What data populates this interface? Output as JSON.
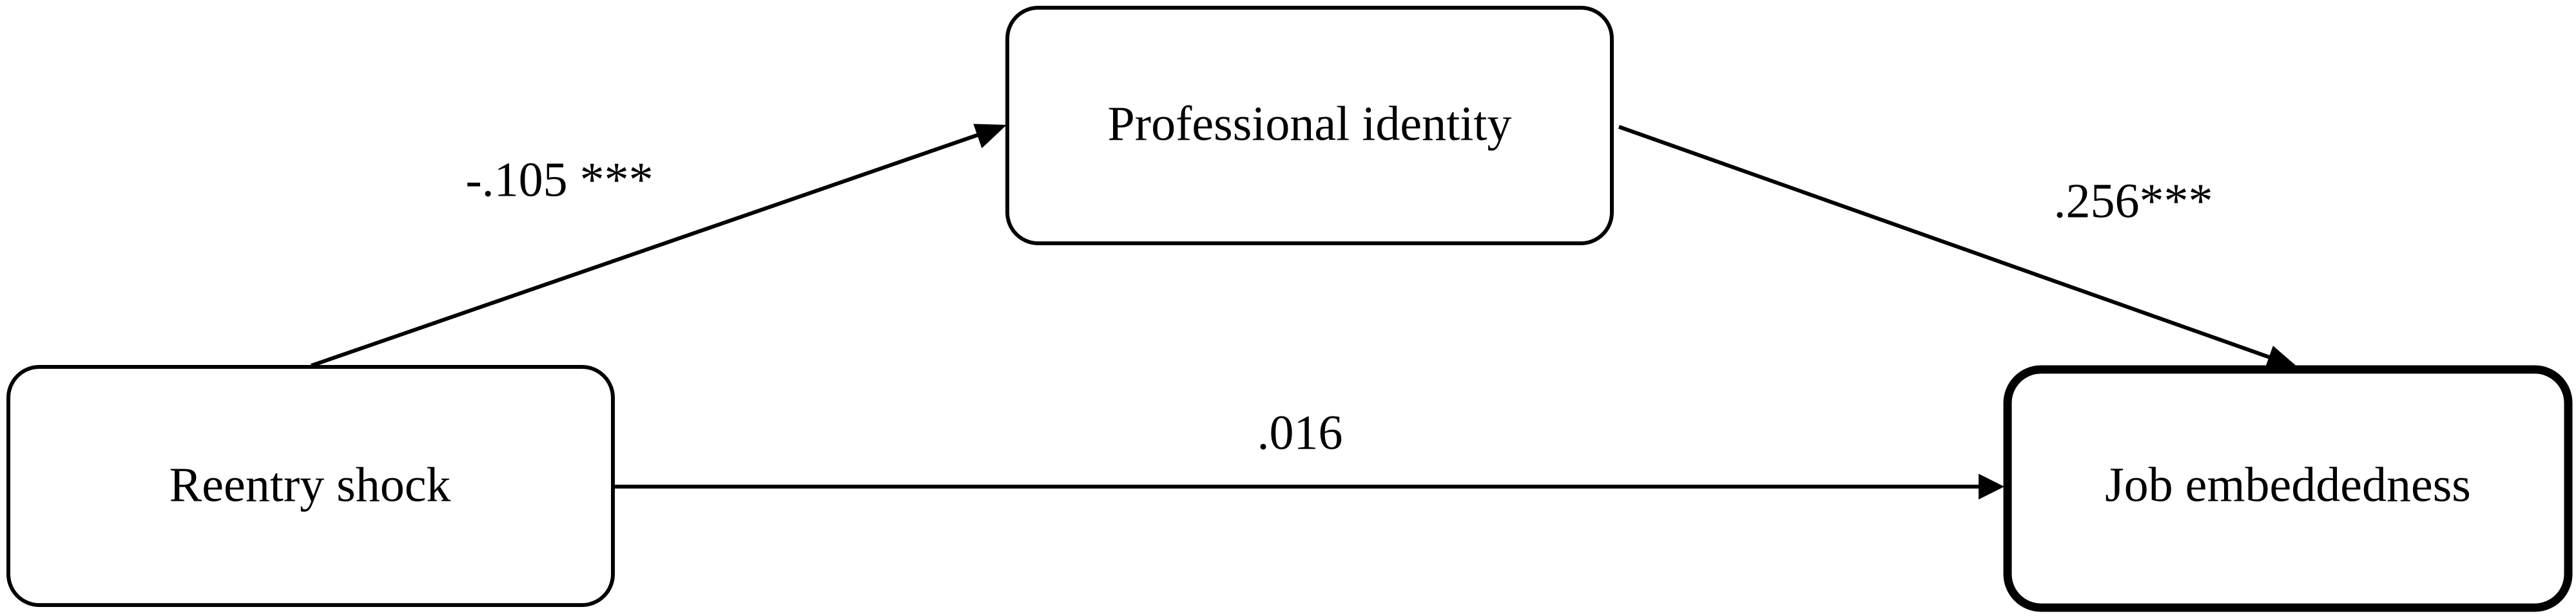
{
  "nodes": {
    "professional_identity": {
      "label": "Professional identity"
    },
    "reentry_shock": {
      "label": "Reentry shock"
    },
    "job_embeddedness": {
      "label": "Job embeddedness"
    }
  },
  "paths": {
    "reentry_to_identity": {
      "coefficient": "-.105 ***"
    },
    "identity_to_embeddedness": {
      "coefficient": ".256***"
    },
    "reentry_to_embeddedness": {
      "coefficient": ".016"
    }
  },
  "colors": {
    "line": "#000000",
    "box_fill": "#ffffff",
    "background": "#ffffff"
  }
}
